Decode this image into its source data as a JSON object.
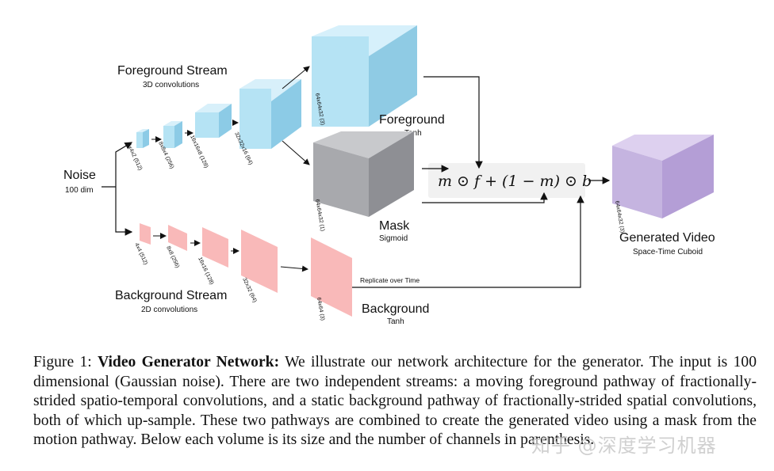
{
  "figure": {
    "noise": {
      "title": "Noise",
      "dim": "100 dim"
    },
    "foreground_stream": {
      "title": "Foreground Stream",
      "subtitle": "3D convolutions"
    },
    "background_stream": {
      "title": "Background Stream",
      "subtitle": "2D convolutions"
    },
    "fg_blocks": [
      "4x4x2 (512)",
      "8x8x4 (256)",
      "16x16x8 (128)",
      "32x32x16 (64)"
    ],
    "bg_blocks": [
      "4x4 (512)",
      "8x8 (256)",
      "16x16 (128)",
      "32x32 (64)"
    ],
    "foreground_out": {
      "dims": "64x64x32 (3)",
      "title": "Foreground",
      "activation": "Tanh"
    },
    "mask_out": {
      "dims": "64x64x32 (1)",
      "title": "Mask",
      "activation": "Sigmoid"
    },
    "background_out": {
      "dims": "64x64 (3)",
      "title": "Background",
      "activation": "Tanh"
    },
    "replicate_label": "Replicate over Time",
    "formula": "m ⊙ f + (1 − m) ⊙ b",
    "generated": {
      "dims": "64x64x32 (3)",
      "title": "Generated Video",
      "subtitle": "Space-Time Cuboid"
    },
    "colors": {
      "foreground": "#b5e3f4",
      "mask": "#a8a9ad",
      "background": "#f9b9b9",
      "generated": "#c5b4e0"
    }
  },
  "caption": {
    "label": "Figure 1:",
    "bold": "Video Generator Network:",
    "text": "We illustrate our network architecture for the generator. The input is 100 dimensional (Gaussian noise). There are two independent streams: a moving foreground pathway of fractionally-strided spatio-temporal convolutions, and a static background pathway of fractionally-strided spatial convolutions, both of which up-sample. These two pathways are combined to create the generated video using a mask from the motion pathway. Below each volume is its size and the number of channels in parenthesis."
  },
  "watermark": "知乎 @深度学习机器"
}
